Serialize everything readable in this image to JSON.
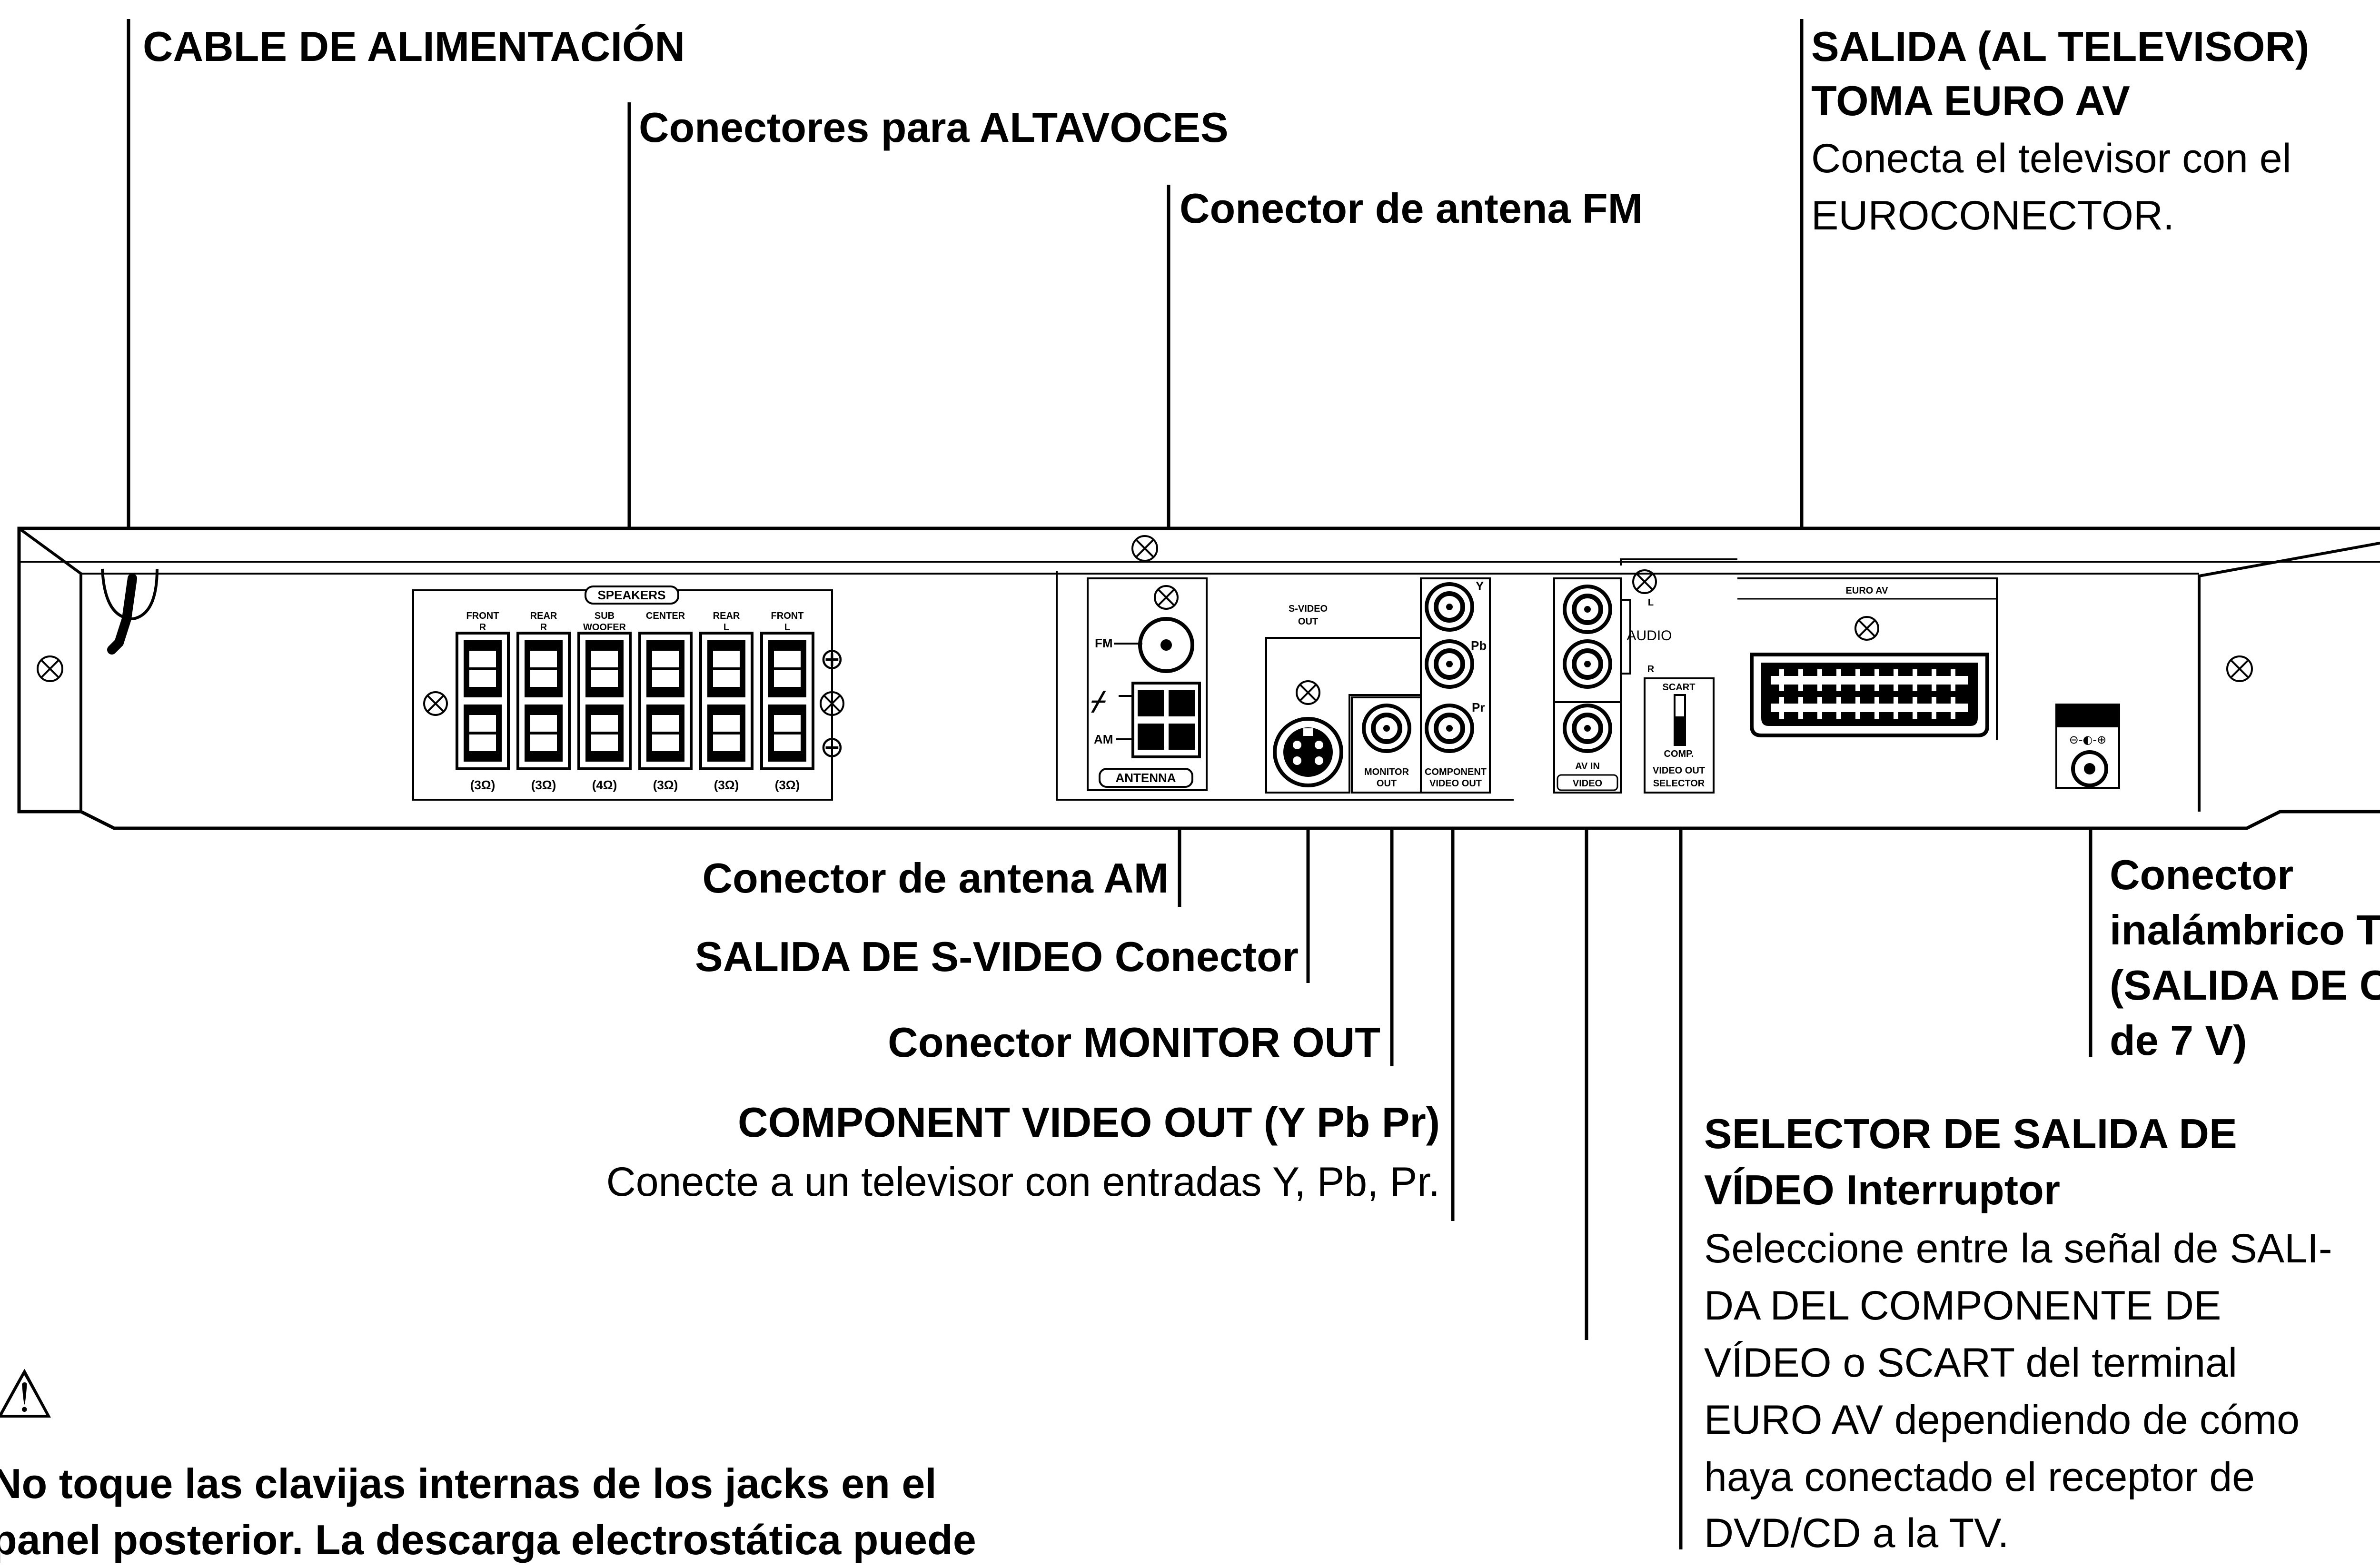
{
  "callouts": {
    "power_cable": "CABLE DE ALIMENTACIÓN",
    "speaker_connectors": "Conectores para ALTAVOCES",
    "fm_antenna": "Conector de antena FM",
    "euro_av_title_1": "SALIDA (AL TELEVISOR)",
    "euro_av_title_2": "TOMA EURO AV",
    "euro_av_desc_1": "Conecta el televisor con el",
    "euro_av_desc_2": "EUROCONECTOR.",
    "am_antenna": "Conector de antena AM",
    "svideo_out": "SALIDA DE S-VIDEO Conector",
    "monitor_out": "Conector MONITOR OUT",
    "component_title": "COMPONENT VIDEO OUT (Y Pb Pr)",
    "component_desc": "Conecte a un televisor con entradas Y, Pb, Pr.",
    "wireless_1": "Conector",
    "wireless_2": "inalámbrico TX",
    "wireless_3": "(SALIDA DE CC",
    "wireless_4": "de 7 V)",
    "selector_title_1": "SELECTOR DE SALIDA DE",
    "selector_title_2": "VÍDEO Interruptor",
    "selector_desc_1": "Seleccione entre la señal de SALI-",
    "selector_desc_2": "DA DEL COMPONENTE DE",
    "selector_desc_3": "VÍDEO o SCART del terminal",
    "selector_desc_4": "EURO AV dependiendo de cómo",
    "selector_desc_5": "haya conectado el receptor de",
    "selector_desc_6": "DVD/CD a la TV."
  },
  "warning": {
    "icon": "warning-triangle-icon",
    "line_1": "No toque las clavijas internas de los jacks en el",
    "line_2": "panel posterior. La descarga electrostática puede"
  },
  "panel": {
    "speakers_title": "SPEAKERS",
    "speaker_labels": [
      "FRONT R",
      "REAR R",
      "SUB WOOFER",
      "CENTER",
      "REAR L",
      "FRONT L"
    ],
    "speaker_impedances": [
      "(3Ω)",
      "(3Ω)",
      "(4Ω)",
      "(3Ω)",
      "(3Ω)",
      "(3Ω)"
    ],
    "fm_label": "FM",
    "am_label": "AM",
    "antenna_label": "ANTENNA",
    "svideo_label_1": "S-VIDEO",
    "svideo_label_2": "OUT",
    "monitor_label_1": "MONITOR",
    "monitor_label_2": "OUT",
    "component_label_1": "COMPONENT",
    "component_label_2": "VIDEO OUT",
    "y_label": "Y",
    "pb_label": "Pb",
    "pr_label": "Pr",
    "audio_label": "AUDIO",
    "audio_l": "L",
    "audio_r": "R",
    "av_in_label": "AV IN",
    "video_label": "VIDEO",
    "scart_label": "SCART",
    "comp_label": "COMP.",
    "selector_label_1": "VIDEO OUT",
    "selector_label_2": "SELECTOR",
    "euro_av_label": "EURO AV"
  }
}
